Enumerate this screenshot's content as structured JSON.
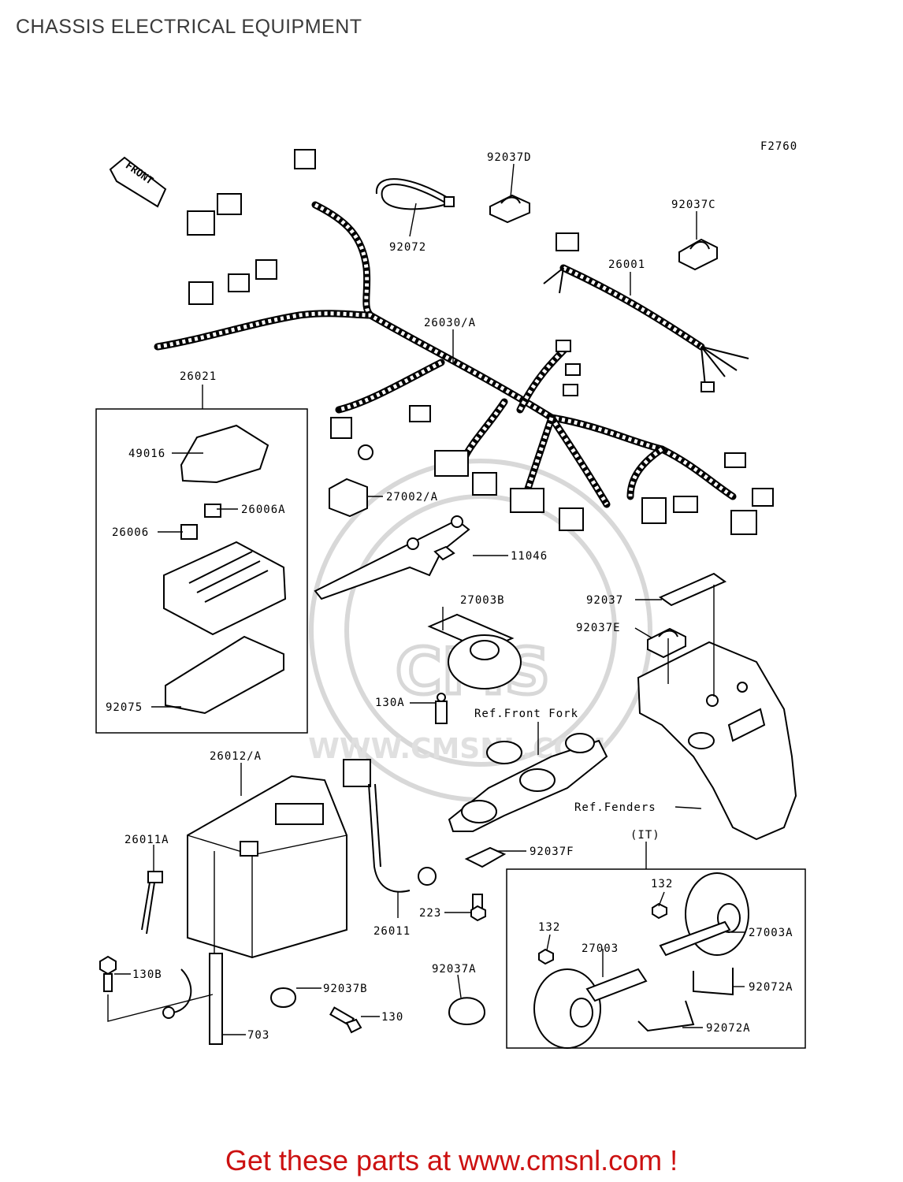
{
  "page": {
    "title": "CHASSIS ELECTRICAL EQUIPMENT",
    "figure_code": "F2760",
    "front_arrow_label": "FRONT",
    "watermark": "WWW.CMSNL.COM",
    "footer_text": "Get these parts at www.cmsnl.com !",
    "footer_color": "#cc1111"
  },
  "labels": {
    "p92037D": "92037D",
    "p92037C": "92037C",
    "p92072": "92072",
    "p26001": "26001",
    "p26030A": "26030/A",
    "p26021": "26021",
    "p49016": "49016",
    "p26006A": "26006A",
    "p26006": "26006",
    "p27002A": "27002/A",
    "p11046": "11046",
    "p27003B": "27003B",
    "p92037": "92037",
    "p92037E": "92037E",
    "p130A": "130A",
    "pRefFrontFork": "Ref.Front Fork",
    "p92075": "92075",
    "p26012A": "26012/A",
    "pRefFenders": "Ref.Fenders",
    "p26011A": "26011A",
    "p92037F": "92037F",
    "pIT": "(IT)",
    "p132a": "132",
    "p223": "223",
    "p26011": "26011",
    "p132b": "132",
    "p27003": "27003",
    "p27003A": "27003A",
    "p92037A": "92037A",
    "p130B": "130B",
    "p92037B": "92037B",
    "p92072Aa": "92072A",
    "p130": "130",
    "p703": "703",
    "p92072Ab": "92072A"
  }
}
